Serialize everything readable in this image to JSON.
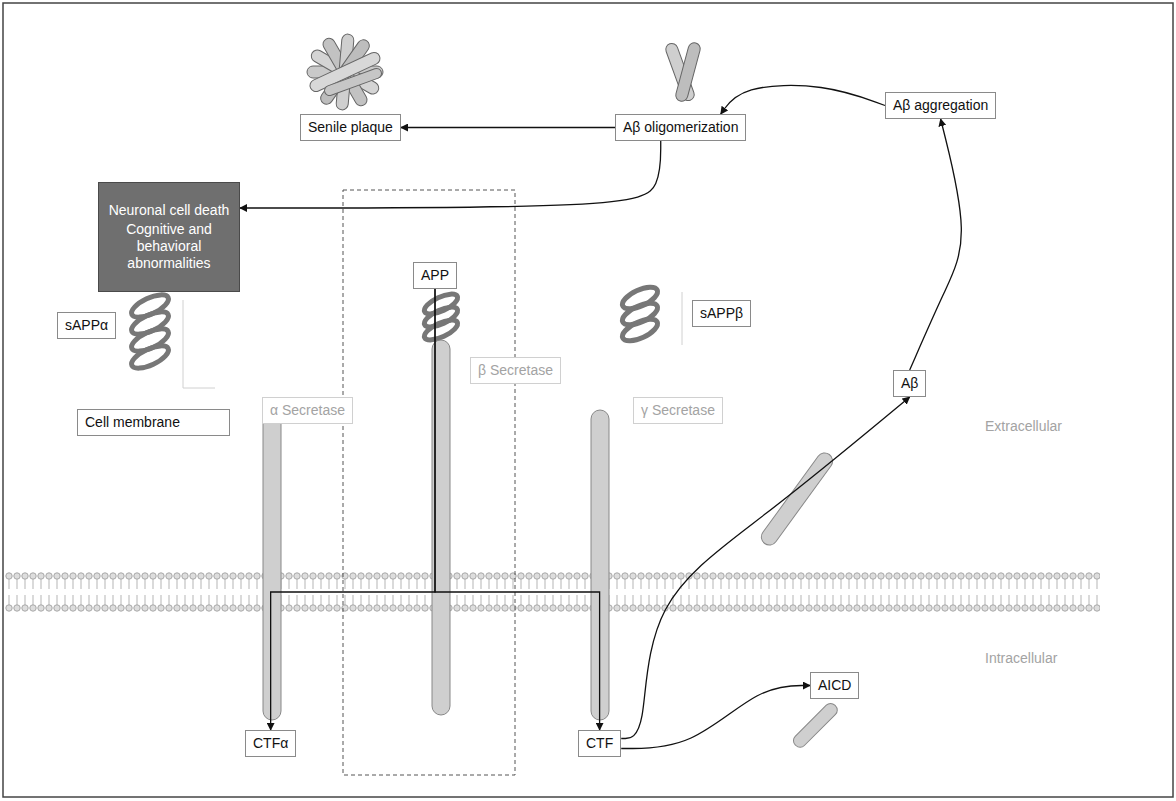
{
  "diagram": {
    "nodes": [
      {
        "text": [
          "Senile plaque"
        ]
      },
      {
        "text": [
          "Aβ oligomerization"
        ]
      },
      {
        "text": [
          "Aβ aggregation"
        ]
      },
      {
        "text": [
          "Neuronal cell death",
          "Cognitive and behavioral abnormalities"
        ]
      },
      {
        "text": [
          "APP"
        ]
      },
      {
        "text": [
          "sAPPα"
        ]
      },
      {
        "text": [
          "sAPPβ"
        ]
      },
      {
        "text": [
          "α Secretase"
        ]
      },
      {
        "text": [
          "β Secretase"
        ]
      },
      {
        "text": [
          "γ Secretase"
        ]
      },
      {
        "text": [
          "Aβ"
        ]
      },
      {
        "text": [
          "Cell membrane"
        ]
      },
      {
        "text": [
          "CTFα"
        ]
      },
      {
        "text": [
          "CTF"
        ]
      },
      {
        "text": [
          "AICD"
        ]
      }
    ],
    "edges": [
      {
        "from": 1,
        "to": 0,
        "arrow": "to"
      },
      {
        "from": 2,
        "to": 1,
        "arrow": "to"
      },
      {
        "from": 1,
        "to": 3,
        "arrow": "to"
      },
      {
        "from": 10,
        "to": 2,
        "arrow": "to"
      },
      {
        "from": 4,
        "to": 12,
        "arrow": "to"
      },
      {
        "from": 4,
        "to": 13,
        "arrow": "to"
      },
      {
        "from": 13,
        "to": 10,
        "arrow": "to"
      },
      {
        "from": 13,
        "to": 14,
        "arrow": "to"
      }
    ],
    "labels": [
      "Extracellular",
      "Intracellular"
    ]
  }
}
